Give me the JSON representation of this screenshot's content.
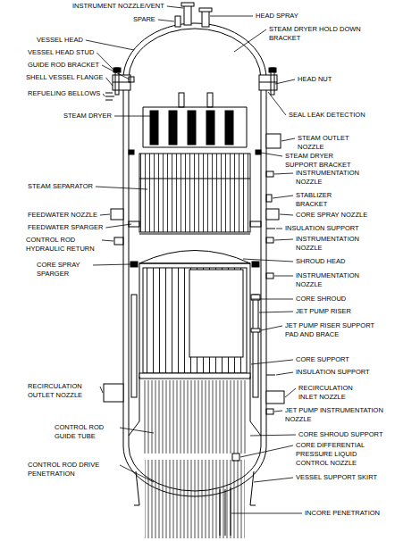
{
  "diagram": {
    "labels": [
      "INSTRUMENT NOZZLE/VENT",
      "SPARE",
      "HEAD SPRAY",
      "VESSEL HEAD",
      "VESSEL HEAD STUD",
      "GUIDE ROD BRACKET",
      "SHELL VESSEL FLANGE",
      "REFUELING BELLOWS",
      "STEAM DRYER",
      "STEAM SEPARATOR",
      "FEEDWATER NOZZLE",
      "FEEDWATER SPARGER",
      "CONTROL ROD HYDRAULIC RETURN",
      "CORE SPRAY SPARGER",
      "STEAM DRYER HOLD DOWN BRACKET",
      "HEAD NUT",
      "SEAL LEAK DETECTION",
      "STEAM OUTLET NOZZLE",
      "STEAM DRYER SUPPORT BRACKET",
      "INSTRUMENTATION NOZZLE",
      "STABLIZER BRACKET",
      "CORE SPRAY NOZZLE",
      "INSULATION SUPPORT",
      "INSTRUMENTATION NOZZLE",
      "SHROUD HEAD",
      "INSTRUMENTATION NOZZLE",
      "CORE SHROUD",
      "JET PUMP RISER",
      "RECIRCULATION OUTLET NOZZLE",
      "CONTROL ROD GUIDE TUBE",
      "CONTROL ROD DRIVE PENETRATION",
      "JET PUMP RISER SUPPORT PAD AND BRACE",
      "CORE SUPPORT",
      "INSULATION SUPPORT",
      "RECIRCULATION INLET NOZZLE",
      "JET PUMP INSTRUMENTATION NOZZLE",
      "CORE SHROUD SUPPORT",
      "CORE DIFFERENTIAL PRESSURE LIQUID CONTROL NOZZLE",
      "VESSEL SUPPORT SKIRT",
      "INCORE PENETRATION"
    ]
  }
}
